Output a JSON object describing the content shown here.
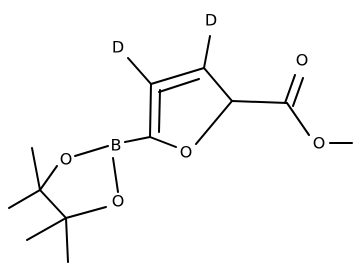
{
  "molecule": {
    "atoms": {
      "d_top": "D",
      "d_left": "D",
      "ring_oxygen": "O",
      "boron": "B",
      "bpin_oxygen_upper": "O",
      "bpin_oxygen_lower": "O",
      "carbonyl_oxygen": "O",
      "ester_oxygen": "O"
    }
  }
}
